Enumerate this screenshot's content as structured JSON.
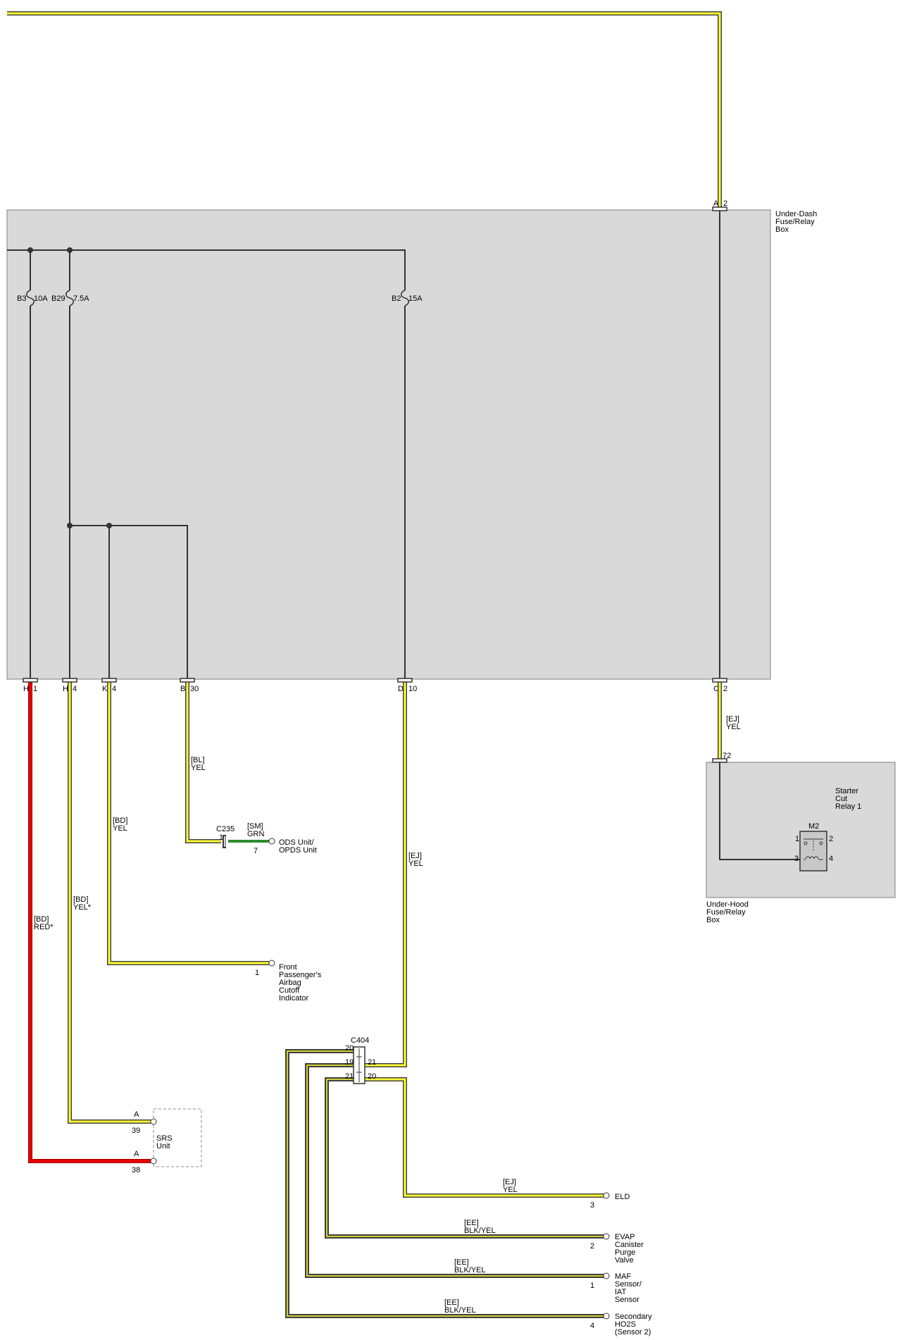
{
  "colors": {
    "box_fill": "#d9d9d9",
    "box_border": "#808080",
    "wire_dark": "#333333",
    "wire_yellow": "#ffff33",
    "wire_red": "#e60000",
    "wire_green": "#2e8b2e",
    "wire_outline": "#404040"
  },
  "boxes": {
    "under_dash": {
      "l1": "Under-Dash",
      "l2": "Fuse/Relay",
      "l3": "Box"
    },
    "under_hood": {
      "l1": "Under-Hood",
      "l2": "Fuse/Relay",
      "l3": "Box"
    },
    "starter_relay": {
      "l1": "Starter",
      "l2": "Cut",
      "l3": "Relay 1"
    }
  },
  "fuses": [
    {
      "id": "B3",
      "rating": "10A"
    },
    {
      "id": "B29",
      "rating": "7.5A"
    },
    {
      "id": "B2",
      "rating": "15A"
    }
  ],
  "terminals": {
    "top_a2": {
      "letter": "A",
      "pin": "2"
    },
    "h1": {
      "letter": "H",
      "pin": "1"
    },
    "h4": {
      "letter": "H",
      "pin": "4"
    },
    "k4": {
      "letter": "K",
      "pin": "4"
    },
    "b30": {
      "letter": "B",
      "pin": "30"
    },
    "d10": {
      "letter": "D",
      "pin": "10"
    },
    "c2": {
      "letter": "C",
      "pin": "2"
    }
  },
  "wires": {
    "c2_to_relay": {
      "code": "[EJ]",
      "color": "YEL"
    },
    "b30": {
      "code": "[BL]",
      "color": "YEL"
    },
    "k4": {
      "code": "[BD]",
      "color": "YEL"
    },
    "h4": {
      "code": "[BD]",
      "color": "YEL*"
    },
    "h1": {
      "code": "[BD]",
      "color": "RED*"
    },
    "d10": {
      "code": "[EJ]",
      "color": "YEL"
    },
    "ods": {
      "code": "[SM]",
      "color": "GRN"
    },
    "eld": {
      "code": "[EJ]",
      "color": "YEL"
    },
    "evap": {
      "code": "[EE]",
      "color": "BLK/YEL"
    },
    "maf": {
      "code": "[EE]",
      "color": "BLK/YEL"
    },
    "ho2s": {
      "code": "[EE]",
      "color": "BLK/YEL"
    }
  },
  "relay": {
    "pin_72": "72",
    "name": "M2",
    "p1": "1",
    "p2": "2",
    "p3": "3",
    "p4": "4"
  },
  "connectors": {
    "c235": {
      "name": "C235",
      "pin_left": "1"
    },
    "c404": {
      "name": "C404",
      "p20a": "20",
      "p19": "19",
      "p21a": "21",
      "p21b": "21",
      "p20b": "20"
    }
  },
  "components": {
    "ods": {
      "l1": "ODS Unit/",
      "l2": "OPDS Unit",
      "pin": "7"
    },
    "airbag": {
      "l1": "Front",
      "l2": "Passenger's",
      "l3": "Airbag",
      "l4": "Cutoff",
      "l5": "Indicator",
      "pin": "1"
    },
    "srs": {
      "l1": "SRS",
      "l2": "Unit",
      "letter_a": "A",
      "pin_a": "39",
      "letter_b": "A",
      "pin_b": "38"
    },
    "eld": {
      "l1": "ELD",
      "pin": "3"
    },
    "evap": {
      "l1": "EVAP",
      "l2": "Canister",
      "l3": "Purge",
      "l4": "Valve",
      "pin": "2"
    },
    "maf": {
      "l1": "MAF",
      "l2": "Sensor/",
      "l3": "IAT",
      "l4": "Sensor",
      "pin": "1"
    },
    "ho2s": {
      "l1": "Secondary",
      "l2": "HO2S",
      "l3": "(Sensor 2)",
      "pin": "4"
    }
  }
}
